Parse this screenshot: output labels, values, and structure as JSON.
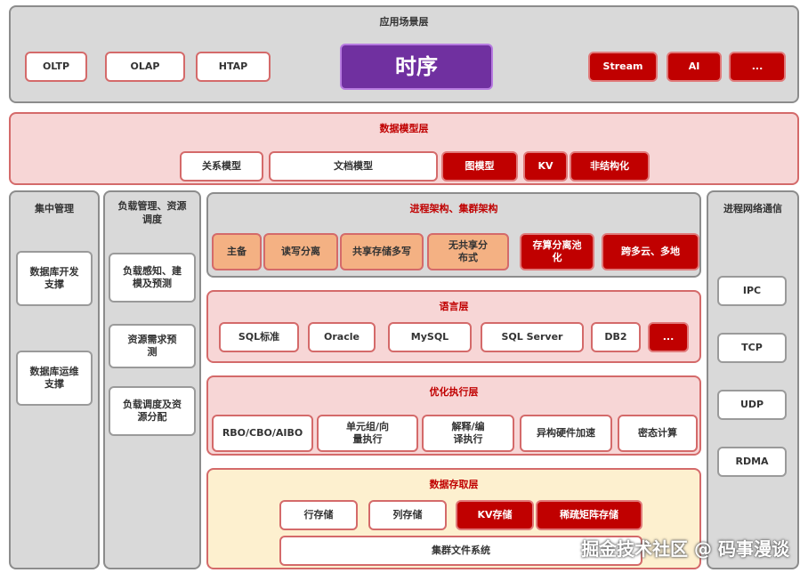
{
  "app_layer": {
    "title": "应用场景层",
    "items": [
      "OLTP",
      "OLAP",
      "HTAP",
      "时序",
      "Stream",
      "AI",
      "..."
    ]
  },
  "model_layer": {
    "title": "数据模型层",
    "items": [
      "关系模型",
      "文档模型",
      "图模型",
      "KV",
      "非结构化"
    ]
  },
  "central": {
    "title": "集中管理",
    "items": [
      "数据库开发支撑",
      "数据库运维支撑"
    ]
  },
  "load": {
    "title": "负载管理、资源调度",
    "items": [
      "负载感知、建模及预测",
      "资源需求预测",
      "负载调度及资源分配"
    ]
  },
  "arch": {
    "title": "进程架构、集群架构",
    "items": [
      "主备",
      "读写分离",
      "共享存储多写",
      "无共享分布式",
      "存算分离池化",
      "跨多云、多地"
    ]
  },
  "lang": {
    "title": "语言层",
    "items": [
      "SQL标准",
      "Oracle",
      "MySQL",
      "SQL Server",
      "DB2",
      "..."
    ]
  },
  "opt": {
    "title": "优化执行层",
    "items": [
      "RBO/CBO/AIBO",
      "单元组/向量执行",
      "解释/编译执行",
      "异构硬件加速",
      "密态计算"
    ]
  },
  "storage": {
    "title": "数据存取层",
    "items": [
      "行存储",
      "列存储",
      "KV存储",
      "稀疏矩阵存储",
      "集群文件系统"
    ]
  },
  "net": {
    "title": "进程网络通信",
    "items": [
      "IPC",
      "TCP",
      "UDP",
      "RDMA"
    ]
  },
  "watermark": "掘金技术社区 @ 码事漫谈"
}
